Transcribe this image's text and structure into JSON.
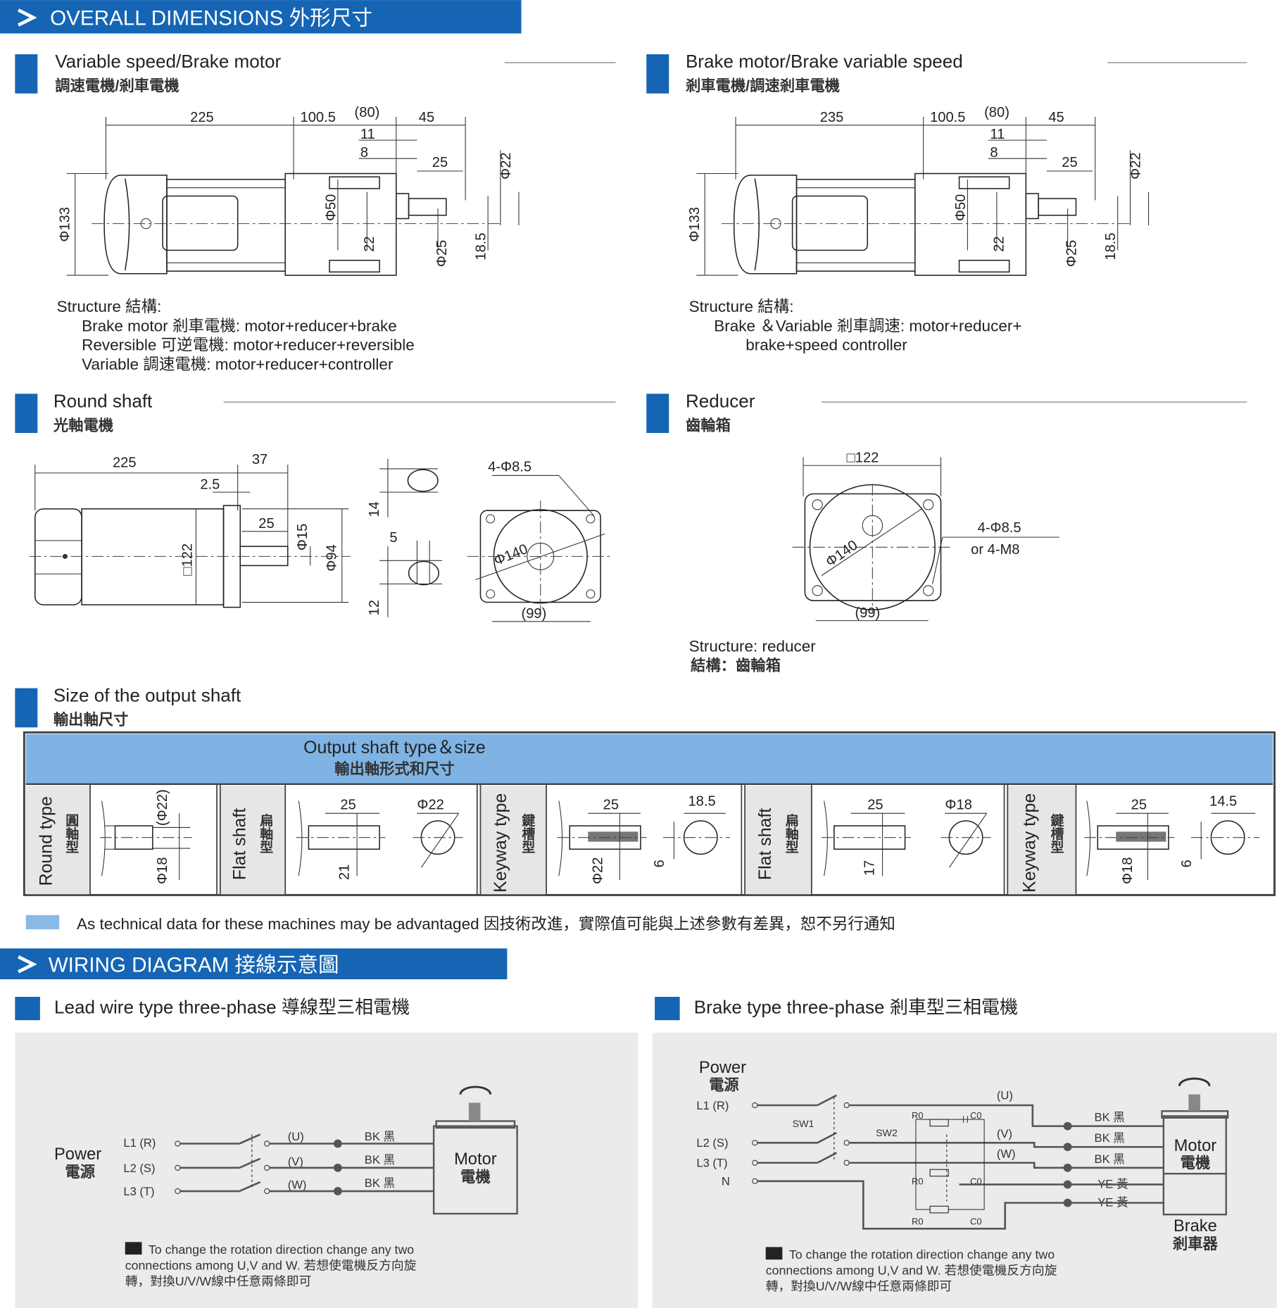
{
  "colors": {
    "brand_blue": "#1565b4",
    "table_header": "#7fb3e3",
    "panel_grey": "#ebebea",
    "legend_swatch": "#8ab9e6"
  },
  "overall": {
    "header": "OVERALL DIMENSIONS 外形尺寸",
    "variable_brake": {
      "title": "Variable speed/Brake motor",
      "subtitle": "調速電機/剎車電機",
      "dims": {
        "d225": "225",
        "d100_5": "100.5",
        "d80": "(80)",
        "d45": "45",
        "d11": "11",
        "d8": "8",
        "d25": "25",
        "phi22": "Φ22",
        "phi133": "Φ133",
        "phi50": "Φ50",
        "d22": "22",
        "phi25": "Φ25",
        "d18_5": "18.5"
      },
      "structure": {
        "label": "Structure 結構:",
        "lines": [
          "Brake motor 剎車電機: motor+reducer+brake",
          "Reversible 可逆電機: motor+reducer+reversible",
          "Variable 調速電機: motor+reducer+controller"
        ]
      }
    },
    "brake_variable": {
      "title": "Brake motor/Brake variable speed",
      "subtitle": "剎車電機/調速剎車電機",
      "dims": {
        "d235": "235",
        "d100_5": "100.5",
        "d80": "(80)",
        "d45": "45",
        "d11": "11",
        "d8": "8",
        "d25": "25",
        "phi22": "Φ22",
        "phi133": "Φ133",
        "phi50": "Φ50",
        "d22": "22",
        "phi25": "Φ25",
        "d18_5": "18.5"
      },
      "structure": {
        "label": "Structure 結構:",
        "lines": [
          "Brake ＆Variable 剎車調速: motor+reducer+",
          "brake+speed controller"
        ]
      }
    },
    "round_shaft": {
      "title": "Round shaft",
      "subtitle": "光軸電機",
      "dims": {
        "d225": "225",
        "d37": "37",
        "d2_5": "2.5",
        "d25": "25",
        "phi15": "Φ15",
        "sq122": "□122",
        "phi94": "Φ94",
        "d14": "14",
        "d5": "5",
        "d12": "12",
        "holes": "4-Φ8.5",
        "phi140": "Φ140",
        "d99": "(99)"
      }
    },
    "reducer": {
      "title": "Reducer",
      "subtitle": "齒輪箱",
      "dims": {
        "sq122": "□122",
        "holes": "4-Φ8.5",
        "or_m8": "or  4-M8",
        "phi140": "Φ140",
        "d99": "(99)"
      },
      "structure": "Structure: reducer",
      "structure_cn": "結構：齒輪箱"
    },
    "output_shaft": {
      "title": "Size of the output shaft",
      "subtitle": "輸出軸尺寸",
      "table_title": "Output shaft type＆size",
      "table_title_cn": "輸出軸形式和尺寸",
      "types": [
        {
          "en": "Round type",
          "cn": "圓軸型",
          "dims": [
            "(Φ22)",
            "Φ18"
          ]
        },
        {
          "en": "Flat shaft",
          "cn": "扁軸型",
          "dims": [
            "25",
            "21",
            "Φ22"
          ]
        },
        {
          "en": "Keyway type",
          "cn": "鍵槽型",
          "dims": [
            "25",
            "Φ22",
            "18.5",
            "6"
          ]
        },
        {
          "en": "Flat shaft",
          "cn": "扁軸型",
          "dims": [
            "25",
            "17",
            "Φ18"
          ]
        },
        {
          "en": "Keyway type",
          "cn": "鍵槽型",
          "dims": [
            "25",
            "Φ18",
            "14.5",
            "6"
          ]
        }
      ]
    },
    "note": "As technical data for these machines may be advantaged 因技術改進，實際值可能與上述參數有差異，恕不另行通知"
  },
  "wiring": {
    "header": "WIRING DIAGRAM 接線示意圖",
    "lead_wire": {
      "title": "Lead wire type three-phase 導線型三相電機",
      "power": "Power",
      "power_cn": "電源",
      "lines": [
        "L1 (R)",
        "L2 (S)",
        "L3 (T)"
      ],
      "phases": [
        "(U)",
        "(V)",
        "(W)"
      ],
      "wires": [
        "BK 黑",
        "BK 黑",
        "BK 黑"
      ],
      "motor": "Motor",
      "motor_cn": "電機",
      "note": [
        "To change the rotation direction change any two",
        "connections among U,V and W. 若想使電機反方向旋",
        "轉，對換U/V/W線中任意兩條即可"
      ]
    },
    "brake_type": {
      "title": "Brake type three-phase 剎車型三相電機",
      "power": "Power",
      "power_cn": "電源",
      "lines": [
        "L1 (R)",
        "L2 (S)",
        "L3 (T)",
        "N"
      ],
      "phases": [
        "(U)",
        "(V)",
        "(W)"
      ],
      "sw1": "SW1",
      "sw2": "SW2",
      "r0": "R0",
      "c0": "C0",
      "wires": [
        "BK 黑",
        "BK 黑",
        "BK 黑",
        "YE 黃",
        "YE 黃"
      ],
      "motor": "Motor",
      "motor_cn": "電機",
      "brake": "Brake",
      "brake_cn": "剎車器",
      "note": [
        "To change the rotation direction change any two",
        "connections among U,V and W. 若想使電機反方向旋",
        "轉，對換U/V/W線中任意兩條即可"
      ]
    }
  }
}
